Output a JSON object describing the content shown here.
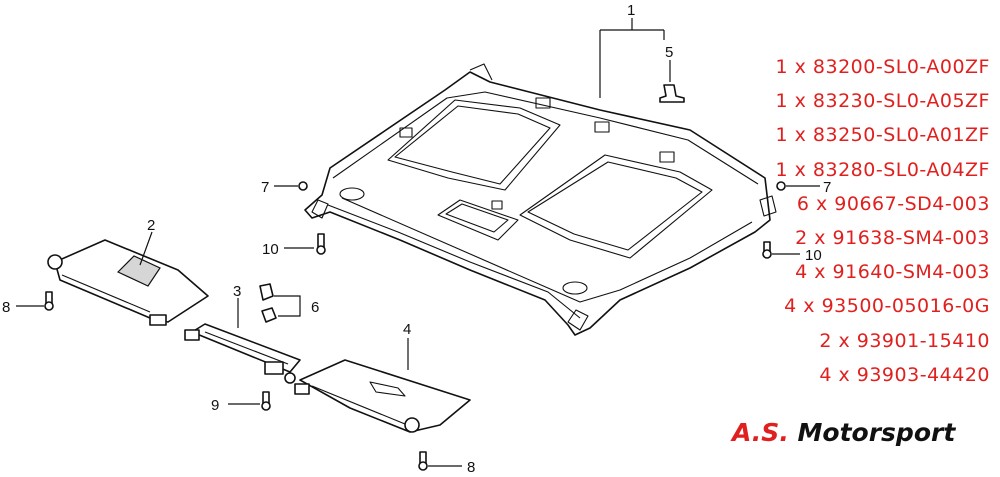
{
  "callouts": {
    "c1": "1",
    "c2": "2",
    "c3": "3",
    "c4": "4",
    "c5": "5",
    "c6": "6",
    "c7a": "7",
    "c7b": "7",
    "c8a": "8",
    "c8b": "8",
    "c9": "9",
    "c10a": "10",
    "c10b": "10"
  },
  "parts_list": [
    "1 x 83200-SL0-A00ZF",
    "1 x 83230-SL0-A05ZF",
    "1 x 83250-SL0-A01ZF",
    "1 x 83280-SL0-A04ZF",
    "6 x 90667-SD4-003",
    "2 x 91638-SM4-003",
    "4 x 91640-SM4-003",
    "4 x 93500-05016-0G",
    "2 x 93901-15410",
    "4 x 93903-44420"
  ],
  "brand": {
    "prefix": "A.S.",
    "name": "Motorsport"
  },
  "colors": {
    "list_text": "#e0201e",
    "brand_red": "#e0201e",
    "line": "#111111"
  }
}
